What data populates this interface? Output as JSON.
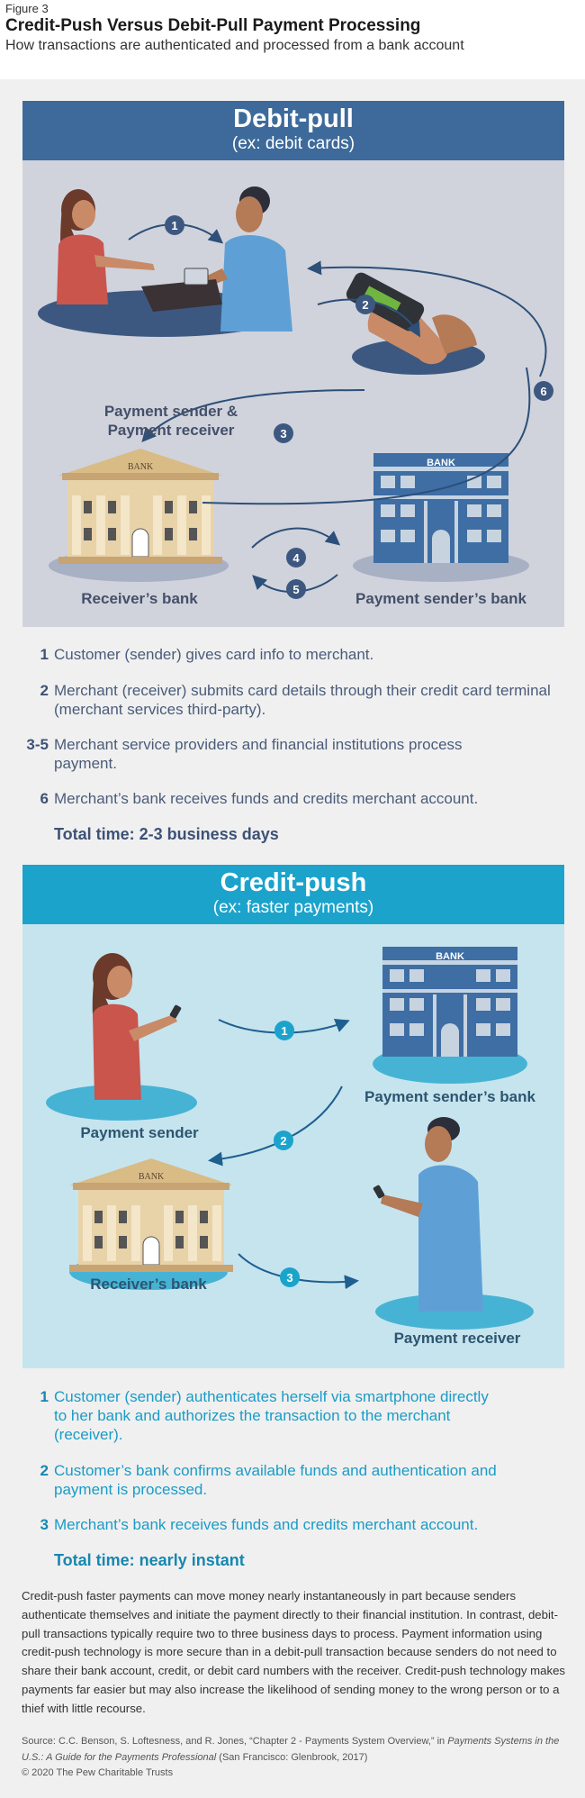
{
  "figure": {
    "label": "Figure 3",
    "title": "Credit-Push Versus Debit-Pull Payment Processing",
    "subtitle": "How transactions are authenticated and processed from a bank account"
  },
  "debit": {
    "title": "Debit-pull",
    "subtitle": "(ex: debit cards)",
    "labels": {
      "sender_receiver": "Payment sender &\nPayment receiver",
      "receivers_bank": "Receiver’s bank",
      "senders_bank": "Payment sender’s bank",
      "bank_sign_left": "BANK",
      "bank_sign_right": "BANK"
    },
    "arrows": [
      "1",
      "2",
      "3",
      "4",
      "5",
      "6"
    ],
    "steps": [
      {
        "num": "1",
        "text": "Customer (sender) gives card info to merchant."
      },
      {
        "num": "2",
        "text": "Merchant (receiver) submits card details through their credit card terminal (merchant services third-party)."
      },
      {
        "num": "3-5",
        "text": "Merchant service providers and financial institutions process payment."
      },
      {
        "num": "6",
        "text": "Merchant’s bank receives funds and credits merchant account."
      }
    ],
    "total": "Total time: 2-3 business days"
  },
  "credit": {
    "title": "Credit-push",
    "subtitle": "(ex: faster payments)",
    "labels": {
      "sender": "Payment sender",
      "senders_bank": "Payment sender’s bank",
      "receivers_bank": "Receiver’s bank",
      "receiver": "Payment receiver",
      "bank_sign_left": "BANK",
      "bank_sign_right": "BANK"
    },
    "arrows": [
      "1",
      "2",
      "3"
    ],
    "steps": [
      {
        "num": "1",
        "text": "Customer (sender) authenticates herself via smartphone directly to her bank and authorizes the transaction to the merchant (receiver)."
      },
      {
        "num": "2",
        "text": "Customer’s bank confirms available funds and authentication and payment is processed."
      },
      {
        "num": "3",
        "text": "Merchant’s bank receives funds and credits merchant account."
      }
    ],
    "total": "Total time: nearly instant"
  },
  "body_text": "Credit-push faster payments can move money nearly instantaneously in part because senders authenticate themselves and initiate the payment directly to their financial institution. In contrast, debit-pull transactions typically require two to three business days to process. Payment information using credit-push technology is more secure than in a debit-pull transaction because senders do not need to share their bank account, credit, or debit card numbers with the receiver. Credit-push technology makes payments far easier but may also increase the likelihood of sending money to the wrong person or to a thief with little recourse.",
  "source": {
    "prefix": "Source: C.C. Benson, S. Loftesness, and R. Jones, “Chapter 2 - Payments System Overview,” in ",
    "italic": "Payments Systems in the U.S.: A Guide for the Payments Professional",
    "suffix": " (San Francisco: Glenbrook, 2017)"
  },
  "copyright": "© 2020 The Pew Charitable Trusts",
  "colors": {
    "dark_header": "#3d6a9a",
    "dark_panel": "#d0d3dc",
    "light_header": "#1ba3cc",
    "light_panel": "#c6e4ee",
    "arrow": "#2d4f78",
    "light_arrow": "#1e5f8f"
  }
}
